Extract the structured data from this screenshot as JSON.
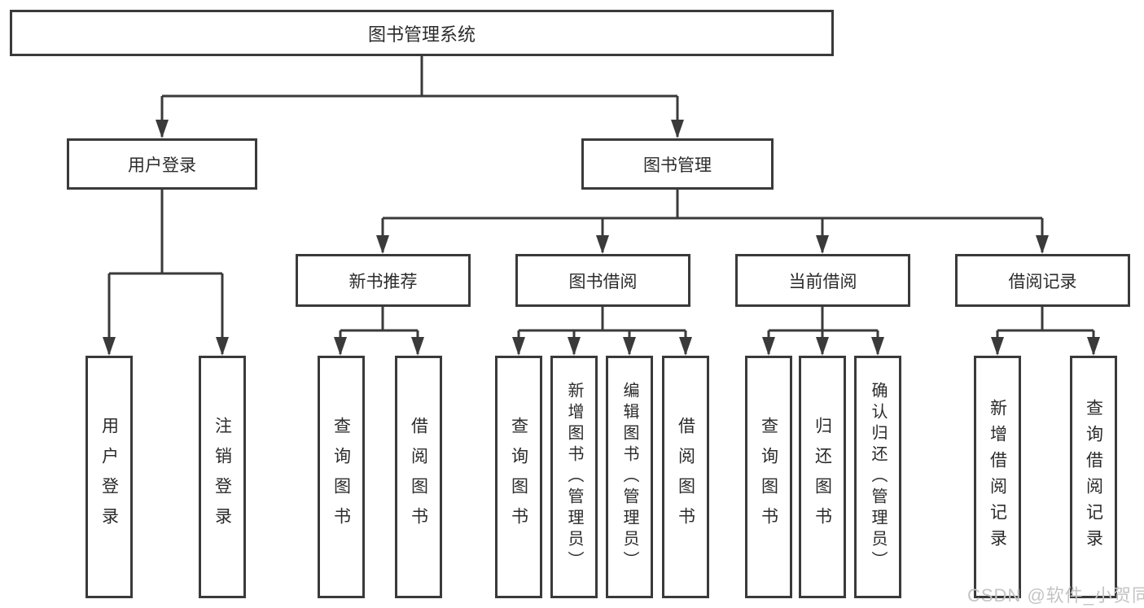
{
  "colors": {
    "line": "#3a3a3a",
    "text": "#2b2b2b",
    "background": "#ffffff",
    "watermark": "#c4c4c4"
  },
  "watermark": "CSDN @软件_小贺同学",
  "diagram": {
    "root": "图书管理系统",
    "branches": [
      {
        "label": "用户登录",
        "leaves": [
          "用户登录",
          "注销登录"
        ]
      },
      {
        "label": "图书管理",
        "children": [
          {
            "label": "新书推荐",
            "leaves": [
              "查询图书",
              "借阅图书"
            ]
          },
          {
            "label": "图书借阅",
            "leaves": [
              "查询图书",
              "新增图书（管理员）",
              "编辑图书（管理员）",
              "借阅图书"
            ]
          },
          {
            "label": "当前借阅",
            "leaves": [
              "查询图书",
              "归还图书",
              "确认归还（管理员）"
            ]
          },
          {
            "label": "借阅记录",
            "leaves": [
              "新增借阅记录",
              "查询借阅记录"
            ]
          }
        ]
      }
    ]
  }
}
